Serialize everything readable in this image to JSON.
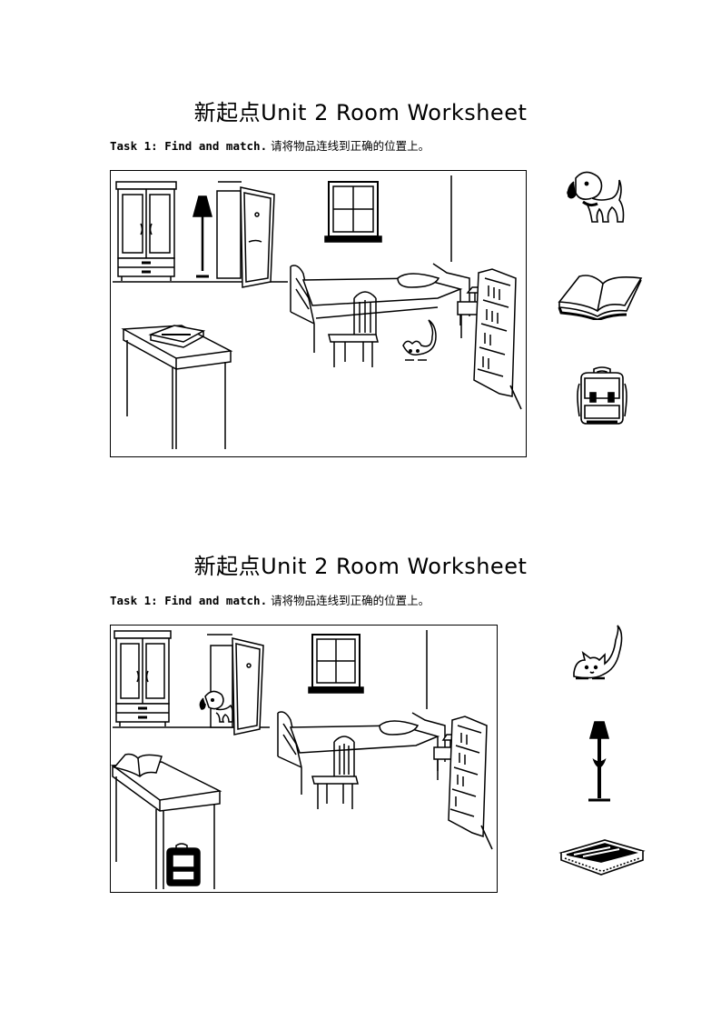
{
  "worksheets": [
    {
      "title": "新起点Unit 2 Room  Worksheet",
      "task_label": "Task 1: Find and match.",
      "task_instruction": " 请将物品连线到正确的位置上。",
      "scene_items": [
        "wardrobe",
        "floor-lamp",
        "door",
        "window",
        "bed",
        "chair",
        "cat",
        "bookshelf",
        "desk",
        "pencil-box"
      ],
      "match_items": [
        "dog",
        "book",
        "schoolbag"
      ]
    },
    {
      "title": "新起点Unit 2 Room  Worksheet",
      "task_label": "Task 1: Find and match.",
      "task_instruction": " 请将物品连线到正确的位置上。",
      "scene_items": [
        "wardrobe",
        "door",
        "dog",
        "window",
        "bed",
        "chair",
        "bookshelf",
        "desk",
        "book",
        "schoolbag"
      ],
      "match_items": [
        "cat",
        "floor-lamp",
        "pencil-box"
      ]
    }
  ]
}
